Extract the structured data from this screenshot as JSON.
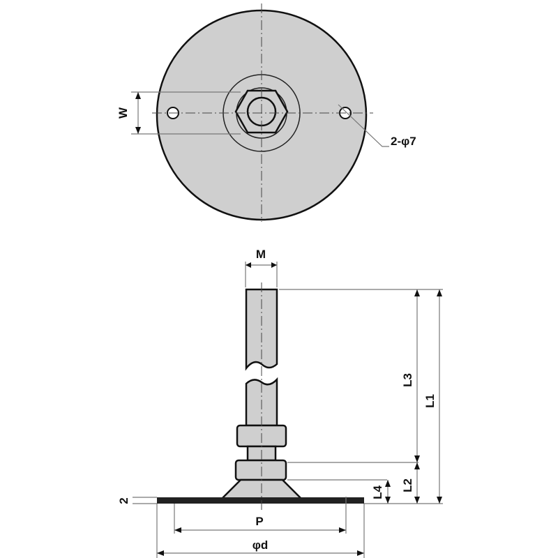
{
  "title": "Leveling foot technical drawing",
  "labels": {
    "w": "W",
    "holes": "2-φ7",
    "m": "M",
    "l1": "L1",
    "l2": "L2",
    "l3": "L3",
    "l4": "L4",
    "plate_thickness": "2",
    "p": "P",
    "d": "φd"
  }
}
